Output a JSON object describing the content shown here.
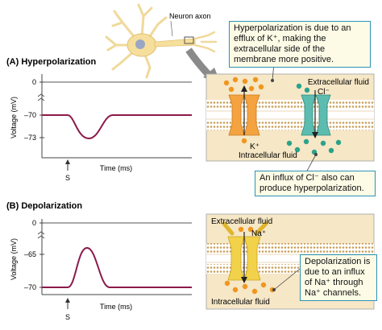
{
  "neuron_label": "Neuron axon",
  "panel_a": {
    "title": "(A)  Hyperpolarization",
    "y_label": "Voltage (mV)",
    "y_ticks": [
      "0",
      "–70",
      "–73"
    ],
    "x_label": "Time (ms)",
    "stim_label": "S",
    "callout_top": "Hyperpolarization is due to an efflux of K⁺, making the extracellular side of the membrane more positive.",
    "callout_bottom": "An influx of Cl⁻ also can produce hyperpolarization.",
    "extracellular": "Extracellular fluid",
    "intracellular": "Intracellular fluid",
    "ion_k": "K⁺",
    "ion_cl": "Cl⁻"
  },
  "panel_b": {
    "title": "(B)  Depolarization",
    "y_label": "Voltage (mV)",
    "y_ticks": [
      "0",
      "–65",
      "–70"
    ],
    "x_label": "Time (ms)",
    "stim_label": "S",
    "callout": "Depolarization is due to an influx of Na⁺ through Na⁺ channels.",
    "extracellular": "Extracellular fluid",
    "intracellular": "Intracellular fluid",
    "ion_na": "Na⁺"
  },
  "colors": {
    "trace": "#8b1a4a",
    "callout_border": "#2a93b7",
    "k_ion": "#f0961e",
    "cl_ion": "#2aa38a",
    "membrane_bg": "#f6e7c6",
    "k_channel": "#f4a340",
    "cl_channel": "#5cbcb0",
    "na_channel": "#f2d24a"
  }
}
